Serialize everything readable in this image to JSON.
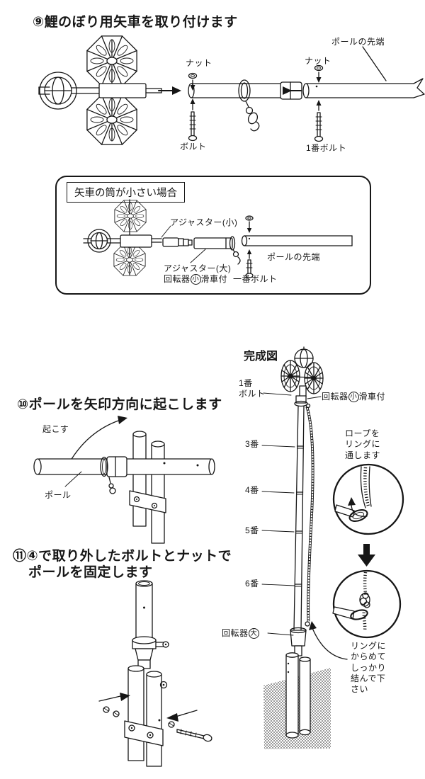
{
  "colors": {
    "ink": "#161616",
    "bg": "#ffffff",
    "ground": "#9a9a9a"
  },
  "step9": {
    "title": "⑨鯉のぼり用矢車を取り付けます",
    "nut_label": "ナット",
    "bolt_label": "ボルト",
    "nut2_label": "ナット",
    "pole_tip_label": "ポールの先端",
    "bolt1_label": "1番ボルト"
  },
  "small_case_box": {
    "title": "矢車の筒が小さい場合",
    "adjuster_small": "アジャスター(小)",
    "adjuster_large": "アジャスター(大)",
    "rotator_small": {
      "pre": "回転器",
      "circled": "小",
      "post": "滑車付"
    },
    "pole_tip": "ポールの先端",
    "bolt1": "一番ボルト"
  },
  "step10": {
    "title": "⑩ポールを矢印方向に起こします",
    "raise_label": "起こす",
    "pole_label": "ポール"
  },
  "step11": {
    "title_line1": "⑪④で取り外したボルトとナットで",
    "title_line2": "ポールを固定します"
  },
  "completed": {
    "title": "完成図",
    "bolt1_label": "1番\nボルト",
    "rotator_small": {
      "pre": "回転器",
      "circled": "小",
      "post": "滑車付"
    },
    "seg3": "3番",
    "seg4": "4番",
    "seg5": "5番",
    "seg6": "6番",
    "rotator_large": {
      "pre": "回転器",
      "circled": "大"
    },
    "rope_note": "ロープを\nリングに\n通します",
    "tie_note": "リングに\nからめて\nしっかり\n結んで下\nさい"
  }
}
